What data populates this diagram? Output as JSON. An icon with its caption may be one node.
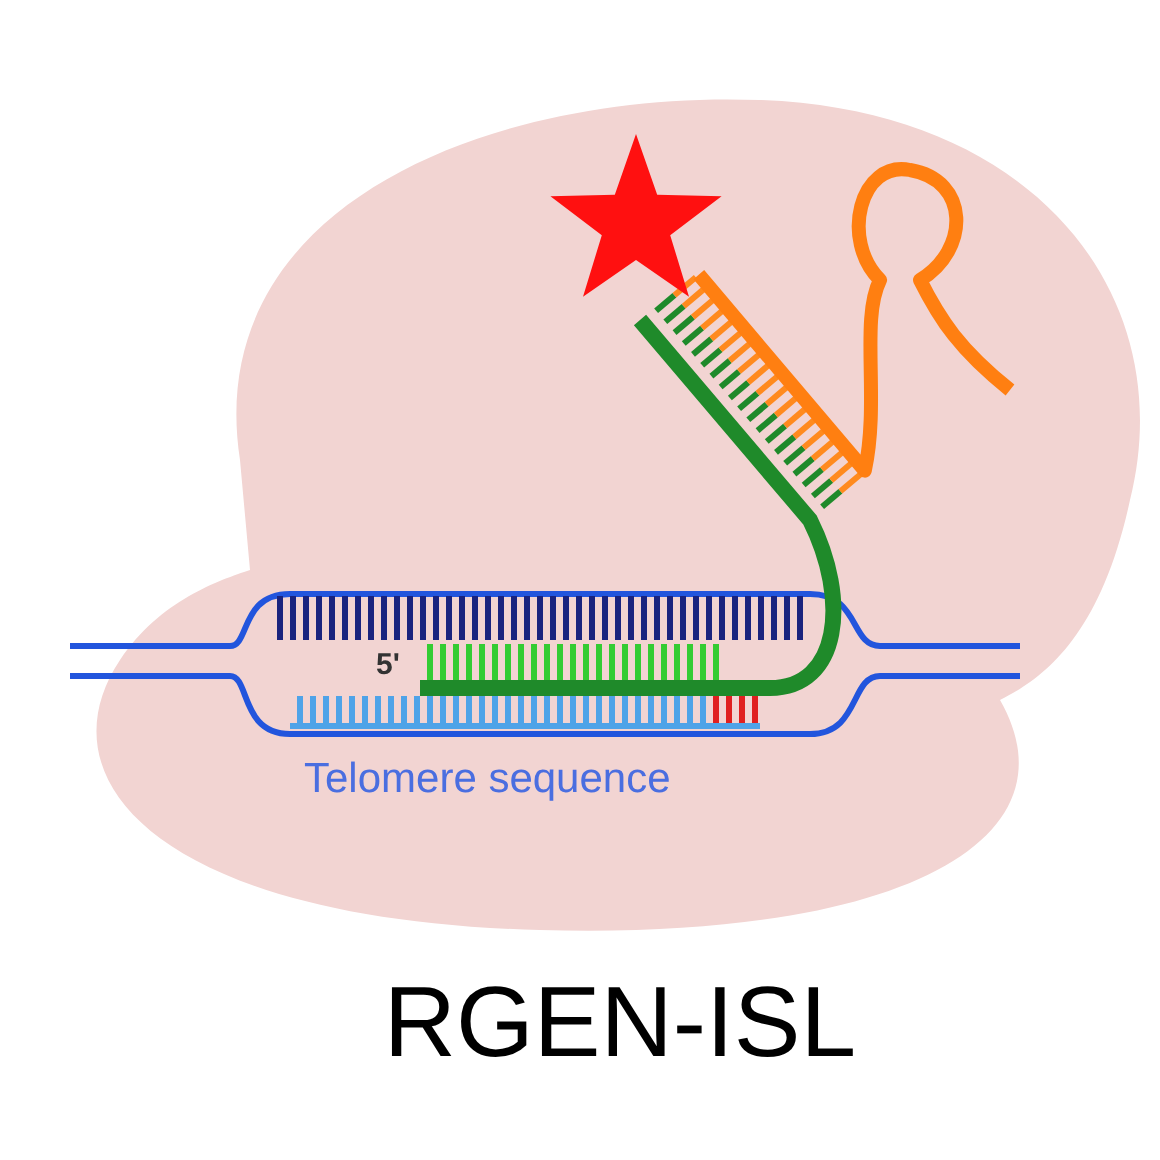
{
  "diagram": {
    "caption": "RGEN-ISL",
    "labels": [
      "5'",
      "Telomere sequence"
    ]
  }
}
